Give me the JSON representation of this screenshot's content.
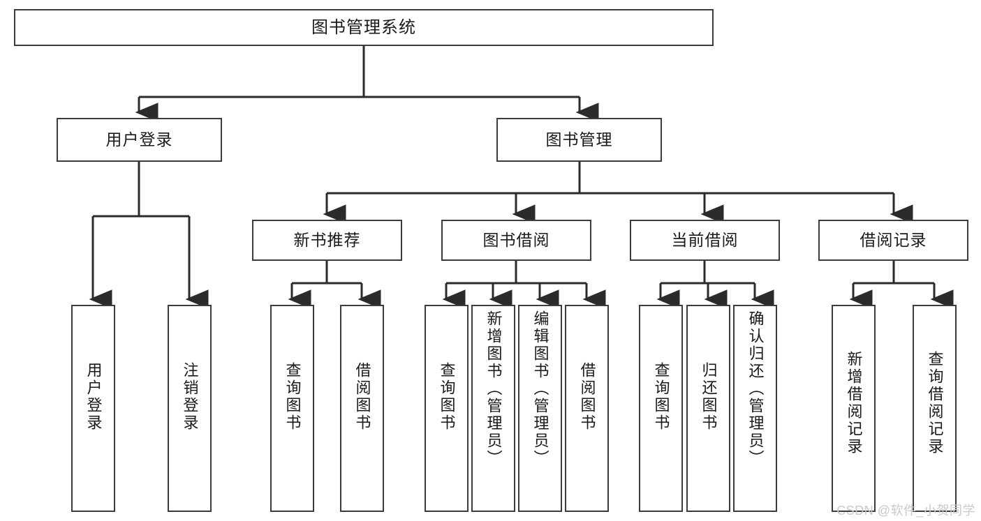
{
  "diagram": {
    "title": "图书管理系统",
    "type": "tree-hierarchy",
    "stroke_color": "#3c3c3c",
    "text_color": "#1a1a1a",
    "background": "#ffffff"
  },
  "root": {
    "label": "图书管理系统"
  },
  "level2": [
    {
      "label": "用户登录"
    },
    {
      "label": "图书管理"
    }
  ],
  "level3": [
    {
      "label": "新书推荐"
    },
    {
      "label": "图书借阅"
    },
    {
      "label": "当前借阅"
    },
    {
      "label": "借阅记录"
    }
  ],
  "leaves": {
    "user_login": [
      {
        "label": "用户登录"
      },
      {
        "label": "注销登录"
      }
    ],
    "new_book": [
      {
        "label": "查询图书"
      },
      {
        "label": "借阅图书"
      }
    ],
    "borrow": [
      {
        "label": "查询图书"
      },
      {
        "label": "新增图书（管理员）"
      },
      {
        "label": "编辑图书（管理员）"
      },
      {
        "label": "借阅图书"
      }
    ],
    "current": [
      {
        "label": "查询图书"
      },
      {
        "label": "归还图书"
      },
      {
        "label": "确认归还（管理员）"
      }
    ],
    "records": [
      {
        "label": "新增借阅记录"
      },
      {
        "label": "查询借阅记录"
      }
    ]
  },
  "watermark": {
    "text": "CSDN @软件_小贺同学"
  }
}
